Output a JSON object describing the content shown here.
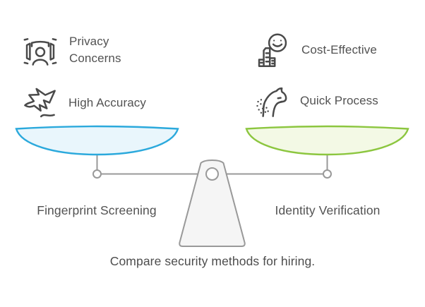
{
  "diagram": {
    "caption": "Compare security methods for hiring.",
    "left_side": {
      "pan_label": "Fingerprint Screening",
      "pan_stroke_color": "#2BA9DC",
      "pan_fill_color": "#E9F6FC",
      "features": [
        {
          "label": "Privacy Concerns",
          "icon": "privacy-person-icon"
        },
        {
          "label": "High Accuracy",
          "icon": "accuracy-bird-icon"
        }
      ]
    },
    "right_side": {
      "pan_label": "Identity Verification",
      "pan_stroke_color": "#8CC63F",
      "pan_fill_color": "#F3F9E5",
      "features": [
        {
          "label": "Cost-Effective",
          "icon": "cost-smiley-receipt-icon"
        },
        {
          "label": "Quick Process",
          "icon": "quick-cheetah-icon"
        }
      ]
    },
    "scale_colors": {
      "beam": "#999999",
      "fulcrum_fill": "#F5F5F5",
      "fulcrum_stroke": "#999999"
    }
  }
}
